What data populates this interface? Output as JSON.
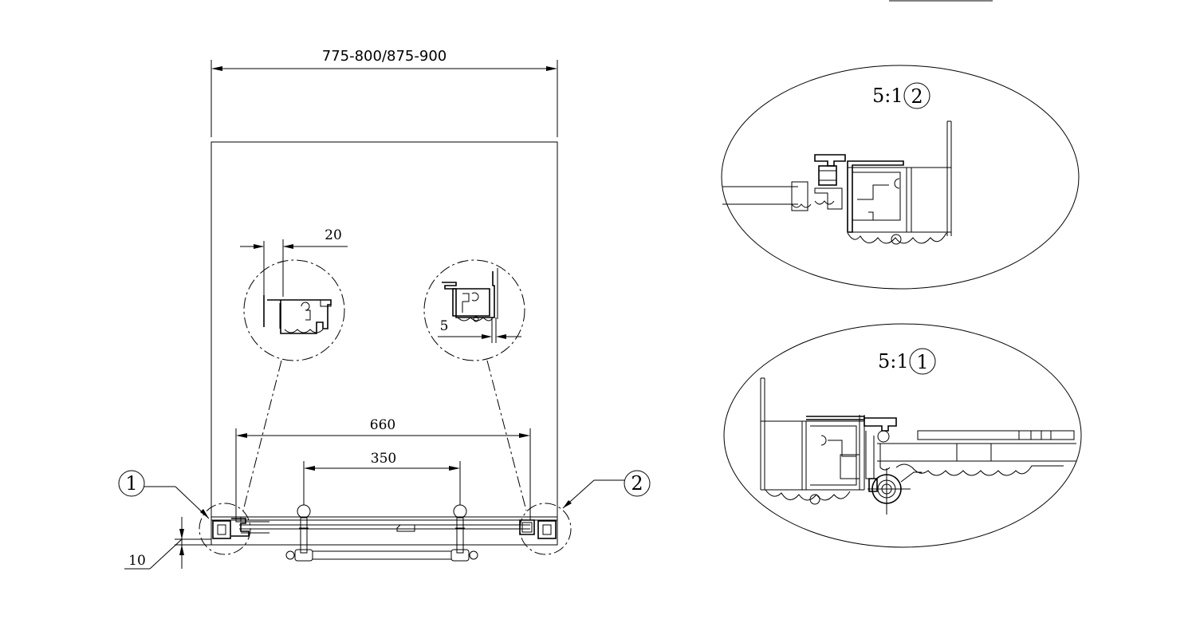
{
  "dimensions": {
    "overall_width": "775-800/875-900",
    "detail_offset_left": "20",
    "detail_offset_right": "5",
    "rail_span": "660",
    "handle_span": "350",
    "bottom_gap": "10"
  },
  "callouts": {
    "left_marker": "1",
    "right_marker": "2"
  },
  "details": {
    "upper_scale": "5:1",
    "upper_marker": "2",
    "lower_scale": "5:1",
    "lower_marker": "1"
  }
}
